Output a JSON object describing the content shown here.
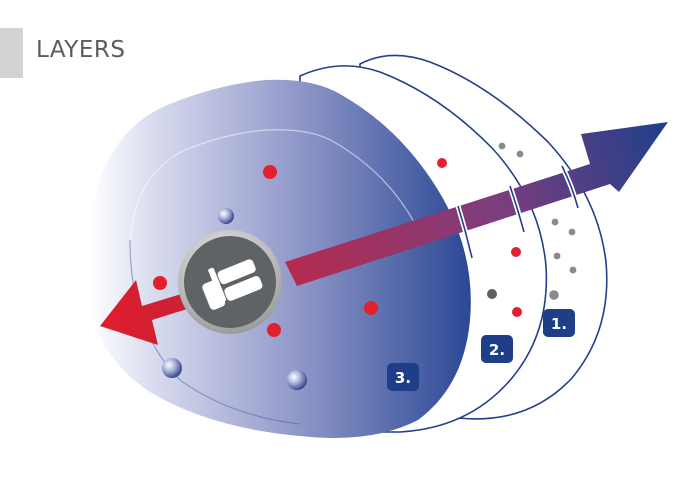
{
  "header": {
    "title": "LAYERS"
  },
  "layers": [
    {
      "label": "1."
    },
    {
      "label": "2."
    },
    {
      "label": "3."
    }
  ],
  "colors": {
    "navy": "#1e3f87",
    "red": "#e5202e",
    "gray_dot": "#8a8a8a",
    "dark_gray_dot": "#5e5e5e",
    "header_bar": "#d2d3d5",
    "title_text": "#595c63"
  },
  "icons": {
    "center": "coin-logo-icon",
    "outgoing_arrow": "arrow-up-right-icon",
    "incoming_arrow": "arrow-left-icon"
  }
}
